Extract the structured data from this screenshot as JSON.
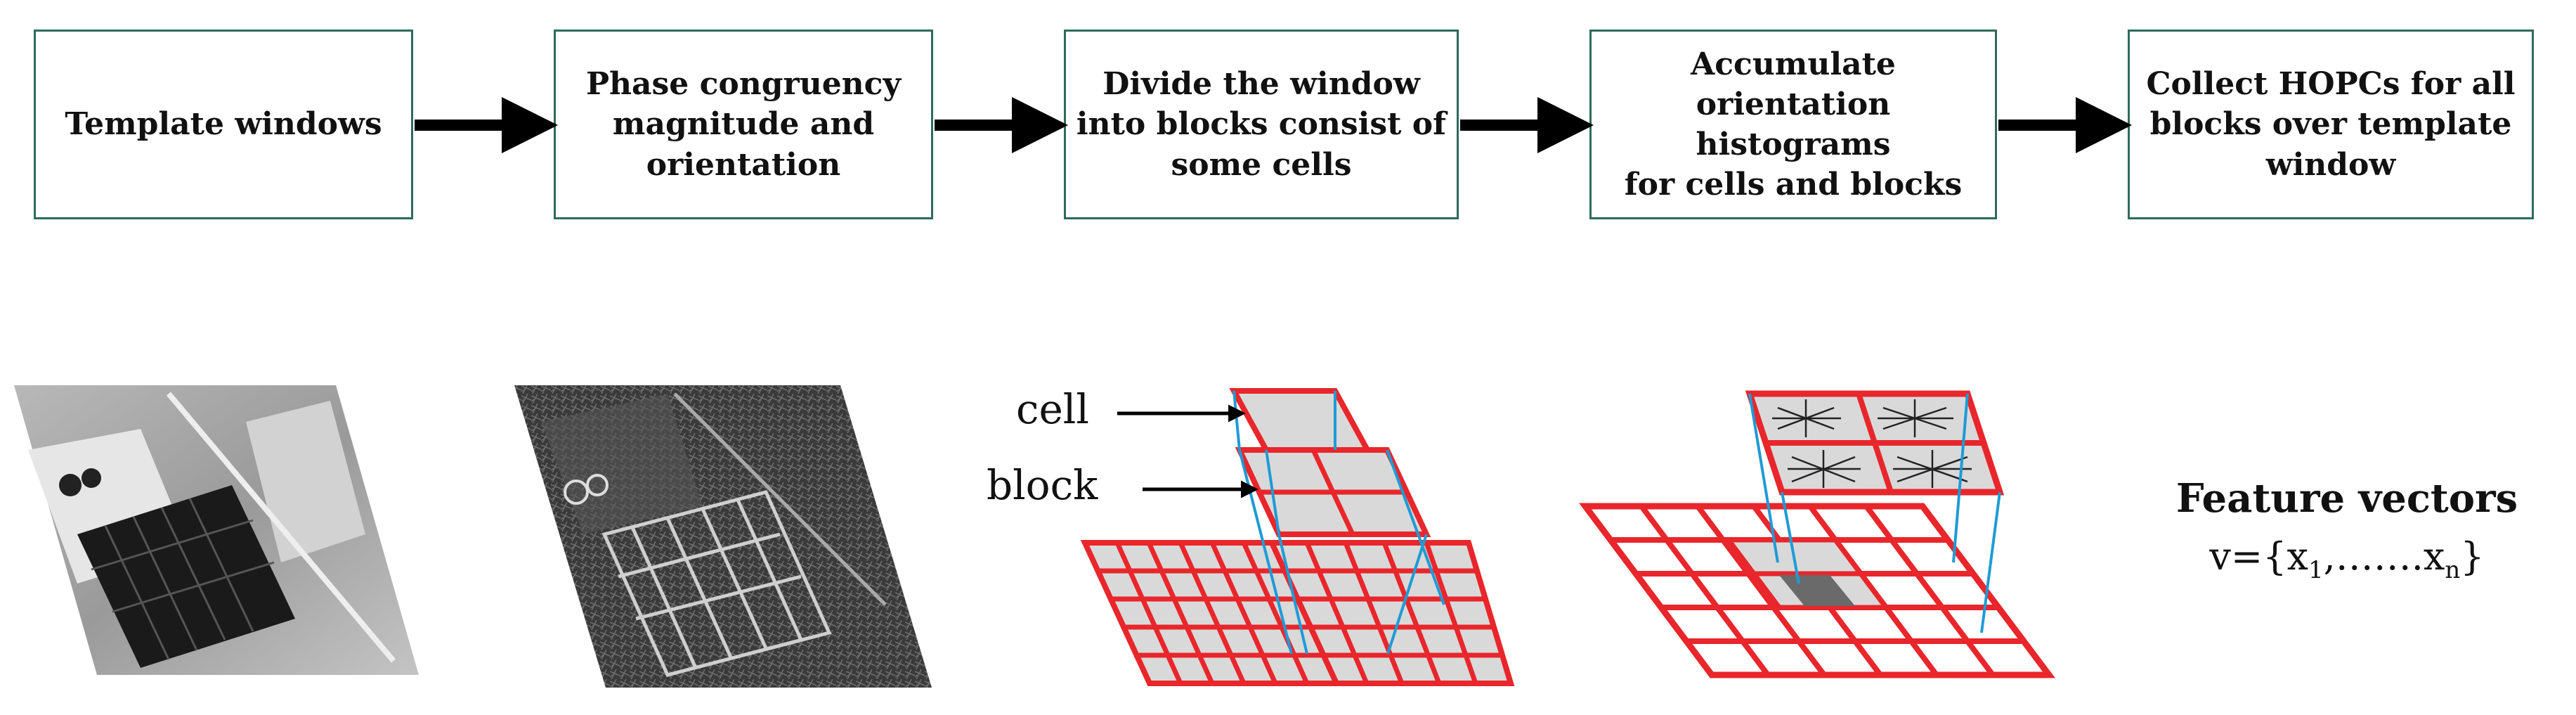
{
  "steps": [
    {
      "label": "Template windows"
    },
    {
      "label": "Phase congruency\nmagnitude and\norientation"
    },
    {
      "label": "Divide the window\ninto blocks consist of\nsome cells"
    },
    {
      "label": "Accumulate\norientation histograms\nfor cells and blocks"
    },
    {
      "label": "Collect HOPCs for all\nblocks over template\nwindow"
    }
  ],
  "labels": {
    "cell": "cell",
    "block": "block"
  },
  "feature_vectors": {
    "title": "Feature vectors",
    "formula_prefix": "v={x",
    "sub_1": "1",
    "formula_mid": ",…….x",
    "sub_n": "n",
    "formula_suffix": "}"
  },
  "colors": {
    "box_border": "#2e6b5a",
    "arrow": "#000000",
    "grid_red": "#e8262b",
    "cell_fill": "#d9d9d9",
    "center_cell": "#6a6a6a",
    "connector_blue": "#1f9bd6"
  }
}
